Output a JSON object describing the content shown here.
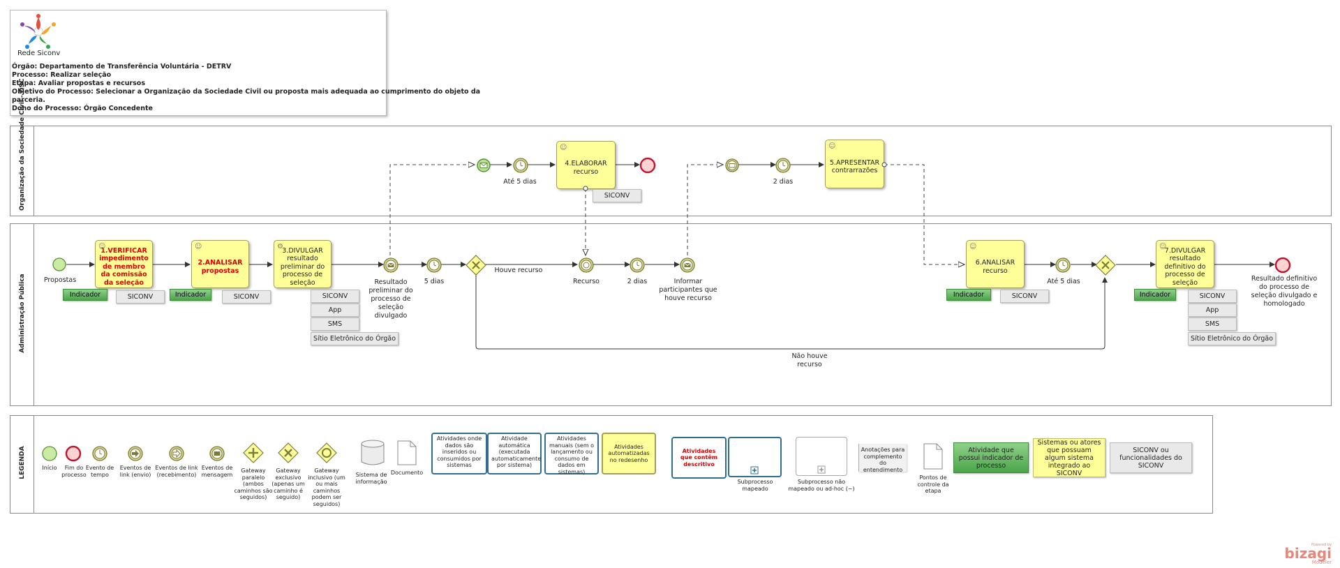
{
  "header": {
    "logo_text": "Rede Siconv",
    "orgao": "Órgão: Departamento de Transferência Voluntária - DETRV",
    "processo": "Processo: Realizar seleção",
    "etapa": "Etapa: Avaliar propostas e recursos",
    "objetivo_1": "Objetivo do Processo: Selecionar a Organização da Sociedade Civil ou proposta mais adequada ao cumprimento do objeto da",
    "objetivo_2": "parceria.",
    "dono": "Dono do Processo: Órgão Concedente"
  },
  "lanes": {
    "osc": "Organização da Sociedade Civil - OSC",
    "adm": "Administração Pública",
    "legenda": "LEGENDA"
  },
  "tasks": {
    "t1_red": "1.VERIFICAR impedimento de membro da comissão da seleção",
    "t2_red": "2.ANALISAR propostas",
    "t3": "3.DIVULGAR resultado preliminar do processo de seleção",
    "t4": "4.ELABORAR recurso",
    "t5": "5.APRESENTAR contrarrazões",
    "t6": "6.ANALISAR recurso",
    "t7": "7.DIVULGAR resultado definitivo do processo de seleção"
  },
  "tags": {
    "indicador": "Indicador",
    "siconv": "SICONV",
    "app": "App",
    "sms": "SMS",
    "sitio": "Sítio Eletrônico do Órgão"
  },
  "labels": {
    "propostas": "Propostas",
    "resultado_preliminar": "Resultado preliminar do processo de seleção divulgado",
    "cinco_dias": "5 dias",
    "houve_recurso": "Houve recurso",
    "recurso": "Recurso",
    "dois_dias": "2 dias",
    "informar": "Informar participantes que houve recurso",
    "ate_5_dias": "Até 5 dias",
    "nao_houve": "Não houve recurso",
    "resultado_definitivo": "Resultado definitivo do processo de seleção divulgado e homologado"
  },
  "legend": {
    "inicio": "Início",
    "fim": "Fim do processo",
    "evento_tempo": "Evento de tempo",
    "link_envio": "Eventos de link (envio)",
    "link_receb": "Eventos de link (recebimento)",
    "mensagem": "Eventos de mensagem",
    "gw_paralelo": "Gateway paralelo (ambos caminhos são seguidos)",
    "gw_exclusivo": "Gateway exclusivo (apenas um caminho é seguido)",
    "gw_inclusivo": "Gateway inclusivo (um ou mais caminhos podem ser seguidos)",
    "sistema_info": "Sistema de informação",
    "documento": "Documento",
    "at_dados": "Atividades onde dados são inseridos ou consumidos por sistemas",
    "at_automatica": "Atividade automática (executada automaticamente por sistema)",
    "at_manuais": "Atividades manuais (sem o lançamento ou consumo de dados em sistemas)",
    "at_automatizadas": "Atividades automatizadas no redesenho",
    "at_descritivo": "Atividades que contêm descritivo",
    "sub_mapeado": "Subprocesso mapeado",
    "sub_nao_mapeado": "Subprocesso não mapeado ou ad-hoc (~)",
    "anotacoes": "Anotações para complemento do entendimento",
    "pontos": "Pontos de controle da etapa",
    "at_indicador": "Atividade que possui indicador de processo",
    "sistemas_atores": "Sistemas ou atores que possuam algum sistema integrado ao SICONV",
    "siconv_func": "SICONV ou funcionalidades do SICONV"
  },
  "watermark": {
    "powered": "Powered by",
    "brand": "bizagi",
    "modeler": "Modeler"
  },
  "colors": {
    "task_fill": "#ffff99",
    "start": "#b9e28f",
    "end": "#d0393f",
    "event": "#d6d68a",
    "indicator": "#4aa548",
    "descritivo": "#e00000"
  }
}
